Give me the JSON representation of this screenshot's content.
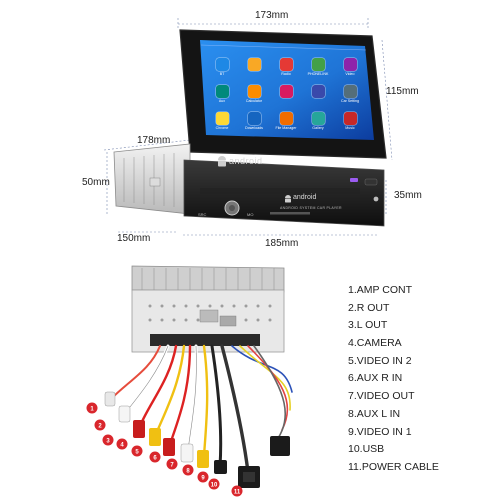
{
  "dimensions": {
    "screen_width": "173mm",
    "screen_height": "115mm",
    "depth": "178mm",
    "unit_height": "50mm",
    "unit_width": "150mm",
    "front_width": "185mm",
    "front_height": "35mm"
  },
  "screen": {
    "apps": [
      "BT",
      "",
      "Radio",
      "PHONELINK",
      "Video",
      "Aux",
      "Calculator",
      "",
      "",
      "Car Setting",
      "Chrome",
      "Downloads",
      "File Manager",
      "Gallery",
      "Music"
    ],
    "android_label": "android",
    "colors": {
      "wallpaper": "#1f74d6",
      "wallpaper_dark": "#0c3c9e",
      "bezel": "#111111"
    }
  },
  "head_unit": {
    "brand": "android",
    "subtitle": "ANDROID SYSTEM CAR PLAYER",
    "button_labels": [
      "SRC",
      "MO"
    ]
  },
  "connections": [
    "1.AMP CONT",
    "2.R OUT",
    "3.L OUT",
    "4.CAMERA",
    "5.VIDEO IN 2",
    "6.AUX R IN",
    "7.VIDEO OUT",
    "8.AUX L IN",
    "9.VIDEO IN 1",
    "10.USB",
    "11.POWER CABLE"
  ],
  "markers": [
    "1",
    "2",
    "3",
    "4",
    "5",
    "6",
    "7",
    "8",
    "9",
    "10",
    "11"
  ],
  "accent_color": "#d9262c"
}
